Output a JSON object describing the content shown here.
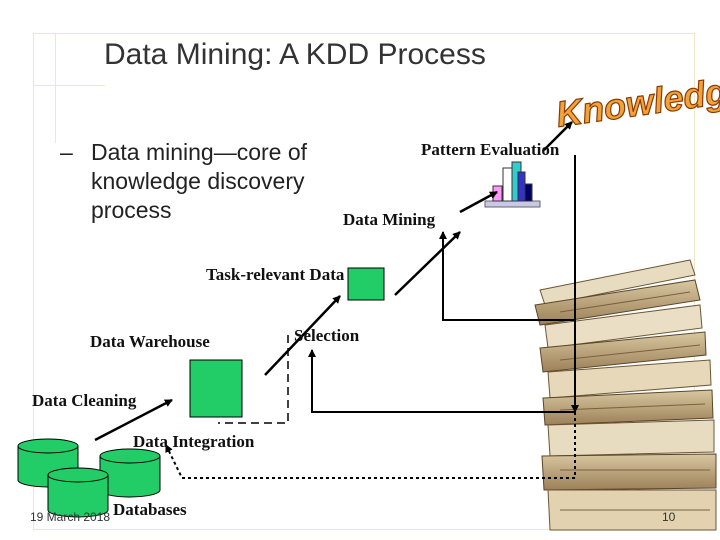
{
  "slide": {
    "title": "Data Mining: A KDD Process",
    "bullet_dash": "–",
    "bullet_text": "Data mining—core of knowledge discovery process",
    "footer_date": "19 March 2018",
    "page_number": "10"
  },
  "diagram": {
    "knowledge_wordart": "Knowledge",
    "labels": {
      "pattern_evaluation": "Pattern Evaluation",
      "data_mining": "Data Mining",
      "task_relevant_data": "Task-relevant Data",
      "data_warehouse": "Data Warehouse",
      "selection": "Selection",
      "data_cleaning": "Data Cleaning",
      "data_integration": "Data Integration",
      "databases": "Databases"
    }
  },
  "colors": {
    "box_green": "#22cc66",
    "wordart_orange": "#f2a23a",
    "bar_pink": "#ff99ff",
    "bar_cyan": "#33cccc",
    "bar_blue": "#3333cc",
    "bar_navy": "#000066",
    "bar_black": "#000000"
  }
}
